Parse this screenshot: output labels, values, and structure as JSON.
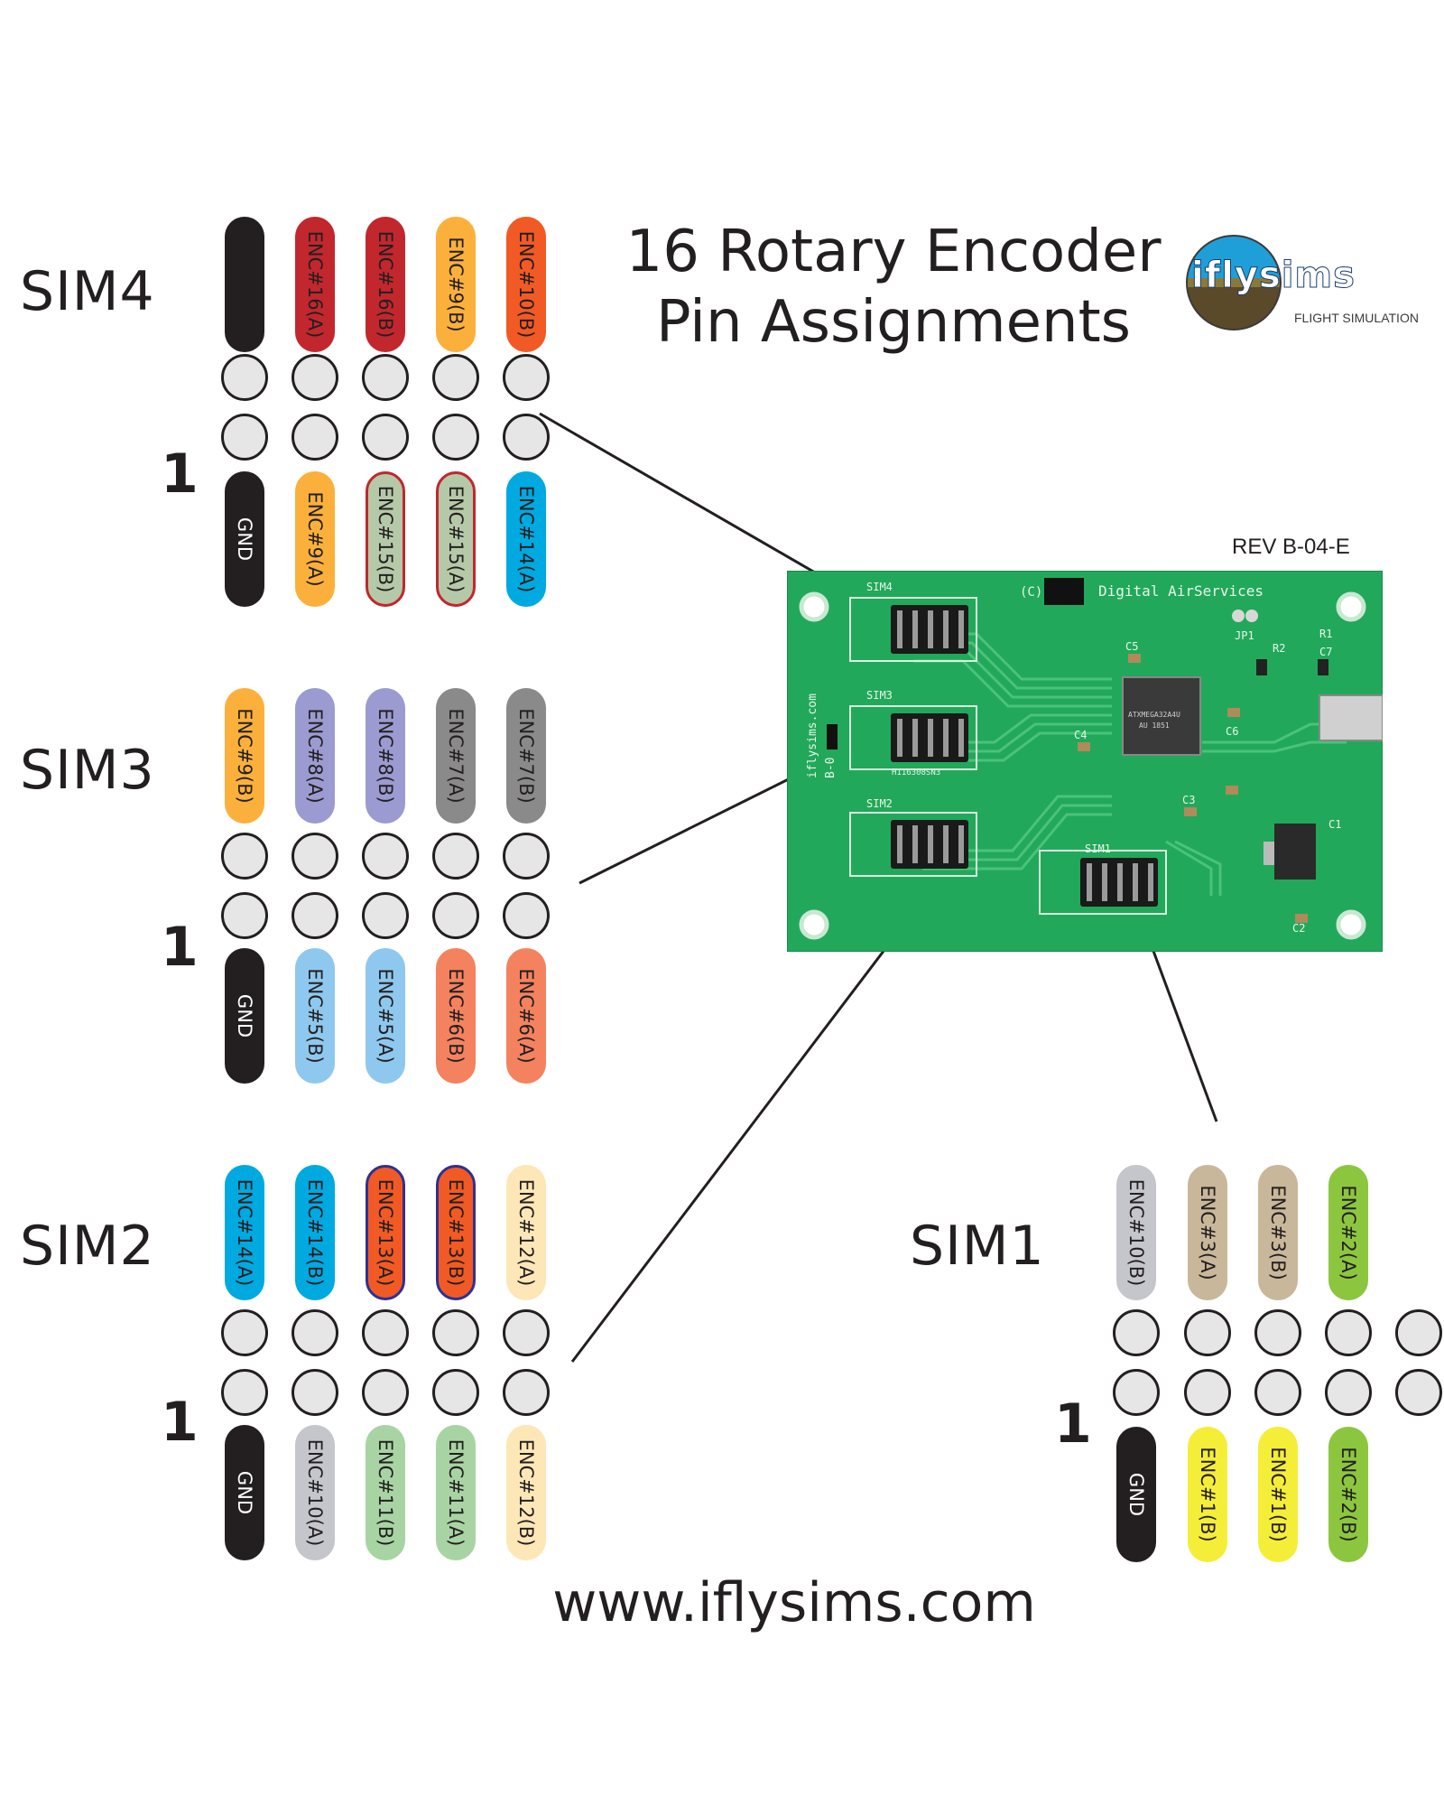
{
  "title": {
    "line1": "16 Rotary Encoder",
    "line2": "Pin Assignments"
  },
  "logo": {
    "text_main": "iflysims",
    "text_sub": "FLIGHT SIMULATION"
  },
  "rev": "REV B-04-E",
  "website": "www.iflysims.com",
  "pin1_marker": "1",
  "board": {
    "silk_copyright": "(C)",
    "silk_brand": "Digital AirServices",
    "silk_side": "iflysims.com",
    "silk_rev": "B-0",
    "header_labels": [
      "SIM4",
      "SIM3",
      "SIM2",
      "SIM1"
    ],
    "parts": [
      "C5",
      "JP1",
      "R2",
      "R1",
      "C7",
      "C6",
      "C4",
      "C3",
      "C1",
      "C2"
    ],
    "chip_text": "ATXMEGA32A4U",
    "chip_sub": "AU 1851",
    "header_code": "H116308SN3"
  },
  "colors": {
    "gnd": "#231f20",
    "red": "#c1272d",
    "orange": "#fbb03b",
    "orange_red": "#f15a24",
    "sage": "#b5c9a8",
    "blue": "#00a9e0",
    "lavender": "#9b9bd2",
    "gray": "#8a8a8a",
    "light_blue": "#8ec8ee",
    "salmon": "#f4825f",
    "peach": "#fde7b6",
    "light_gray": "#c5c6cc",
    "light_green": "#a8d4a4",
    "tan": "#c8b79a",
    "green": "#8cc63f",
    "yellow": "#f5ee38",
    "pin_fill": "#e6e6e6",
    "pcb": "#22a85a"
  },
  "groups": [
    {
      "id": "sim4",
      "label": "SIM4",
      "top": [
        "",
        "ENC#16(A)",
        "ENC#16(B)",
        "ENC#9(B)",
        "ENC#10(B)"
      ],
      "top_colors": [
        "gnd",
        "red",
        "red",
        "orange",
        "orange_red"
      ],
      "bottom": [
        "GND",
        "ENC#9(A)",
        "ENC#15(B)",
        "ENC#15(A)",
        "ENC#14(A)"
      ],
      "bottom_colors": [
        "gnd",
        "orange",
        "sage",
        "sage",
        "blue"
      ],
      "bottom_outline": [
        null,
        null,
        "red",
        "red",
        null
      ]
    },
    {
      "id": "sim3",
      "label": "SIM3",
      "top": [
        "ENC#9(B)",
        "ENC#8(A)",
        "ENC#8(B)",
        "ENC#7(A)",
        "ENC#7(B)"
      ],
      "top_colors": [
        "orange",
        "lavender",
        "lavender",
        "gray",
        "gray"
      ],
      "bottom": [
        "GND",
        "ENC#5(B)",
        "ENC#5(A)",
        "ENC#6(B)",
        "ENC#6(A)"
      ],
      "bottom_colors": [
        "gnd",
        "light_blue",
        "light_blue",
        "salmon",
        "salmon"
      ],
      "bottom_outline": [
        null,
        null,
        null,
        null,
        null
      ]
    },
    {
      "id": "sim2",
      "label": "SIM2",
      "top": [
        "ENC#14(A)",
        "ENC#14(B)",
        "ENC#13(A)",
        "ENC#13(B)",
        "ENC#12(A)"
      ],
      "top_colors": [
        "blue",
        "blue",
        "orange_red",
        "orange_red",
        "peach"
      ],
      "top_outline": [
        null,
        null,
        "navy",
        "navy",
        null
      ],
      "bottom": [
        "GND",
        "ENC#10(A)",
        "ENC#11(B)",
        "ENC#11(A)",
        "ENC#12(B)"
      ],
      "bottom_colors": [
        "gnd",
        "light_gray",
        "light_green",
        "light_green",
        "peach"
      ],
      "bottom_outline": [
        null,
        null,
        null,
        null,
        null
      ]
    },
    {
      "id": "sim1",
      "label": "SIM1",
      "top": [
        "ENC#10(B)",
        "ENC#3(A)",
        "ENC#3(B)",
        "ENC#2(A)"
      ],
      "top_colors": [
        "light_gray",
        "tan",
        "tan",
        "green"
      ],
      "bottom": [
        "GND",
        "ENC#1(B)",
        "ENC#1(B)",
        "ENC#2(B)"
      ],
      "bottom_colors": [
        "gnd",
        "yellow",
        "yellow",
        "green"
      ],
      "bottom_outline": [
        null,
        null,
        null,
        null
      ]
    }
  ]
}
